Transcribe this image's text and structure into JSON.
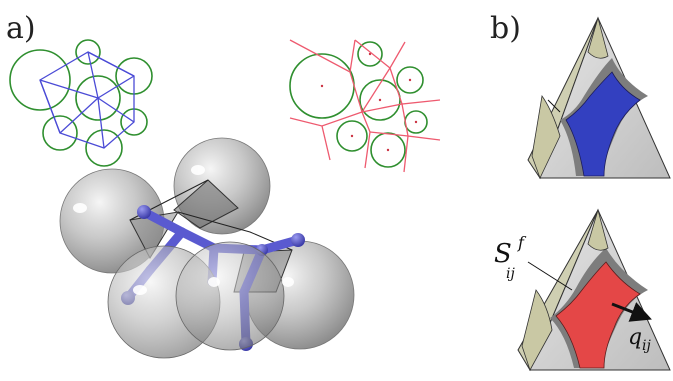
{
  "figure": {
    "panel_a_label": "a)",
    "panel_b_label": "b)",
    "surface_symbol": "S",
    "surface_superscript": "f",
    "surface_subscript": "ij",
    "flux_symbol": "q",
    "flux_subscript": "ij"
  },
  "colors": {
    "delaunay_edges": "#4b4bd6",
    "voronoi_edges": "#ee5a6f",
    "circles": "#2f8f2f",
    "sphere_fill": "#9a9a9a",
    "bond_network": "#5555cc",
    "blue_surface": "#3340c0",
    "red_surface": "#e44747",
    "tetra_face": "#d5d5d5",
    "cap_face": "#c9c8a4"
  },
  "icons": [
    "flux-arrow-icon"
  ]
}
